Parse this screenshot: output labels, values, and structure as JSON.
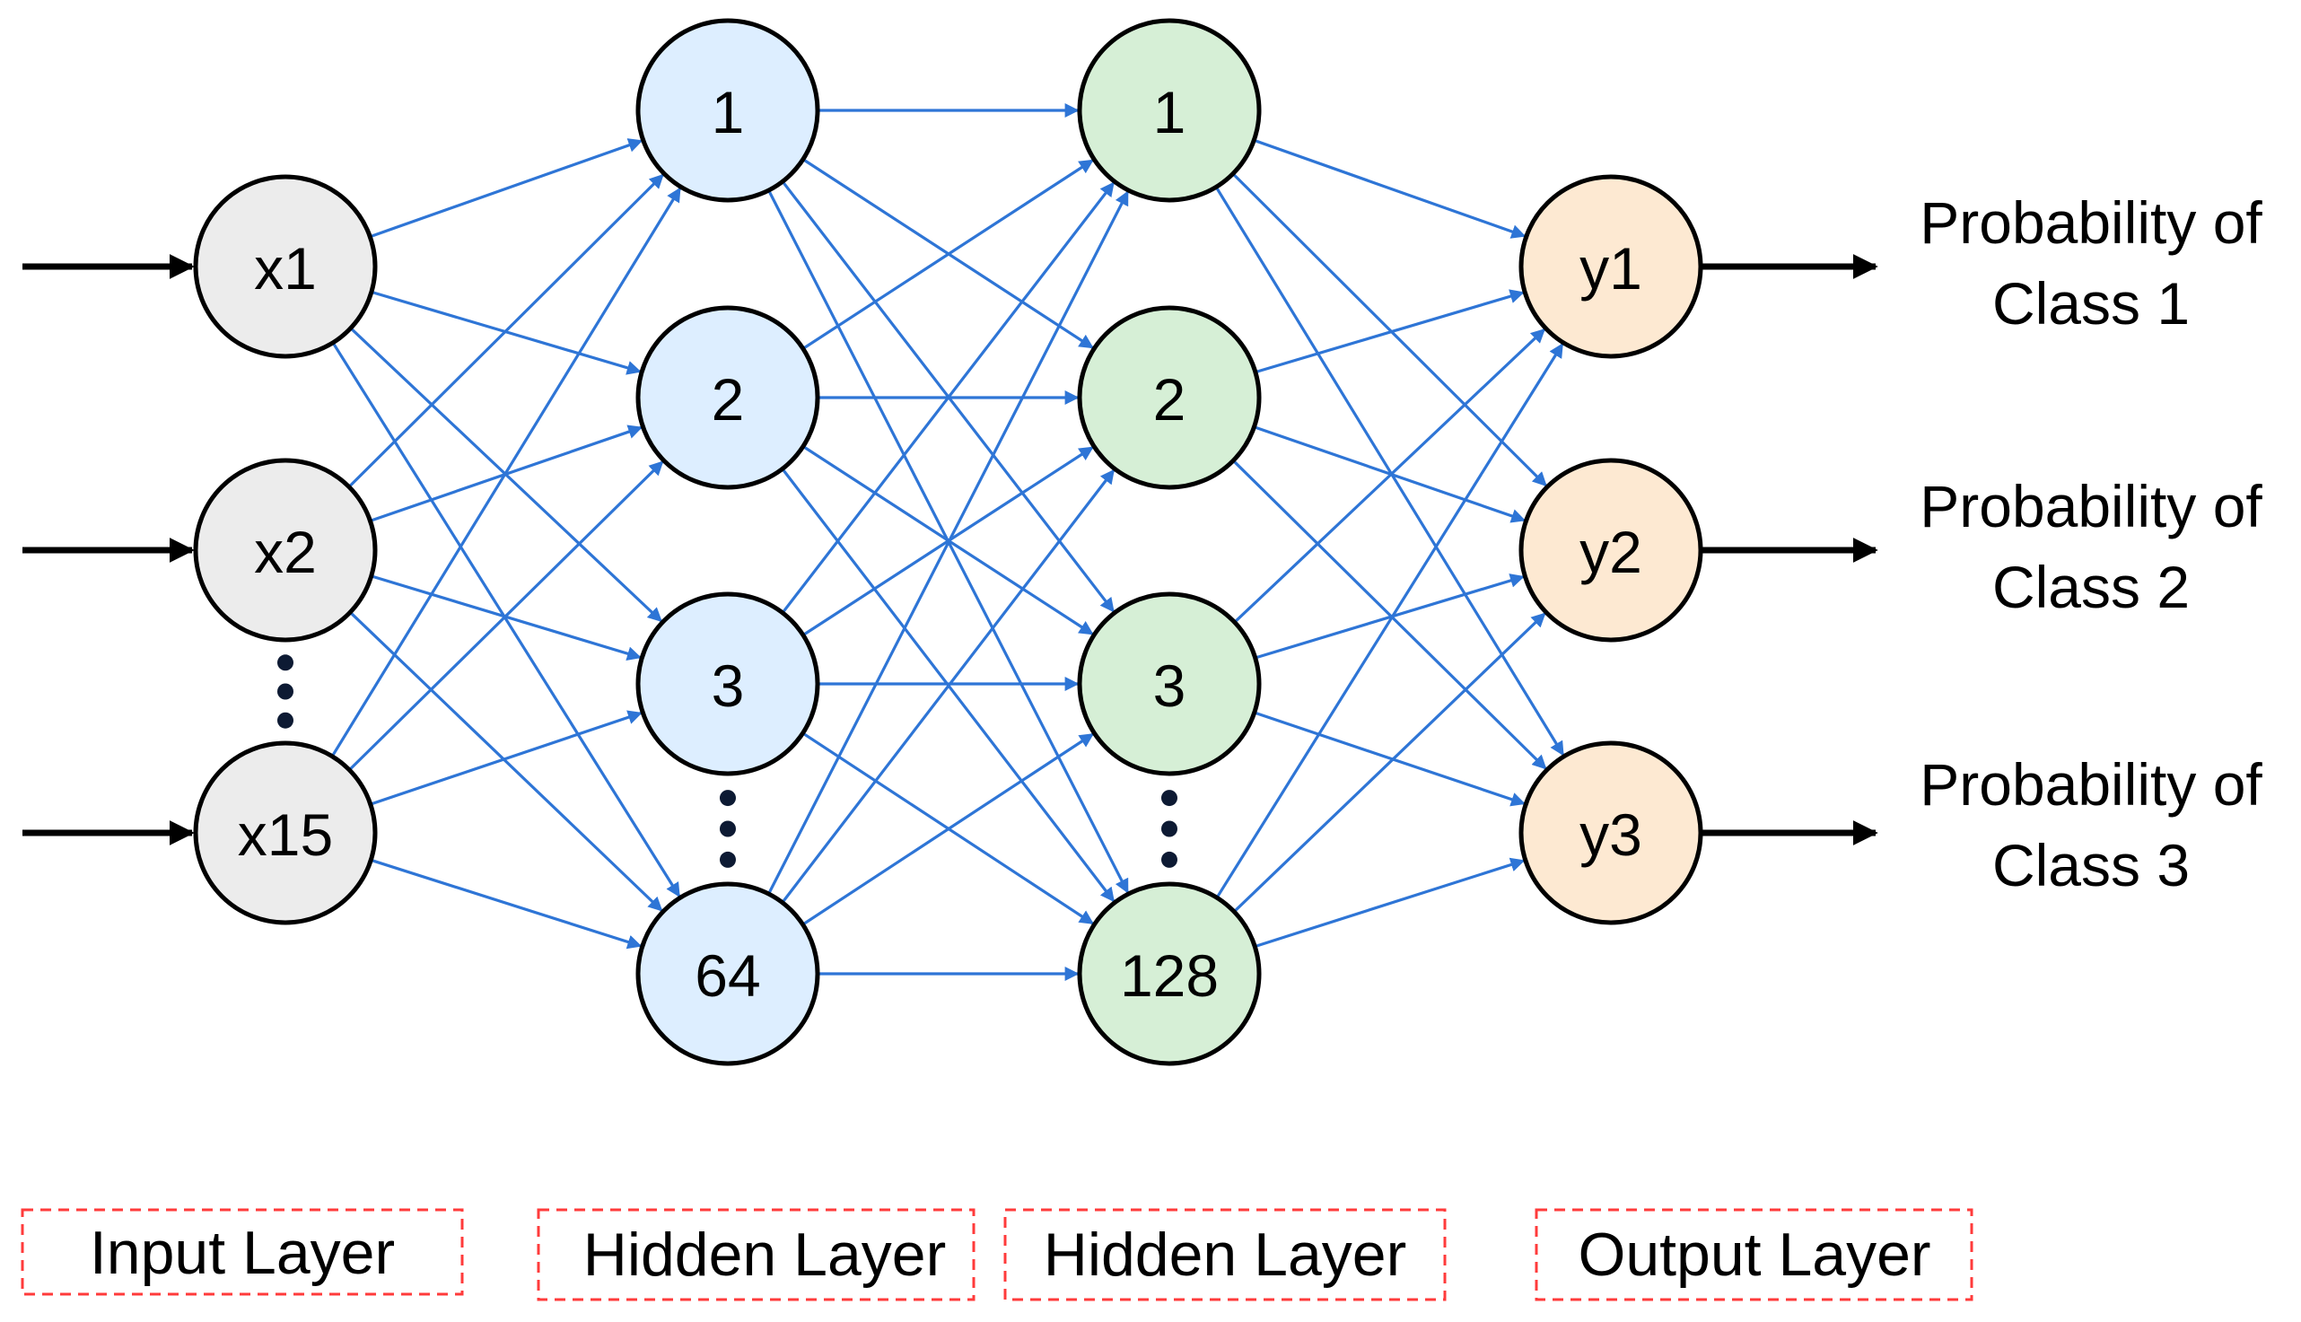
{
  "colors": {
    "edge": "#2e75d6",
    "arrow": "#000000",
    "node_stroke": "#000000",
    "input_fill": "#ececec",
    "hidden1_fill": "#ddeeff",
    "hidden2_fill": "#d6efd6",
    "output_fill": "#fde9d2",
    "label_box_border": "#ff3b3b"
  },
  "layers": [
    {
      "id": "input",
      "label": "Input Layer",
      "nodes": [
        "x1",
        "x2",
        "x15"
      ]
    },
    {
      "id": "hidden1",
      "label": "Hidden Layer",
      "nodes": [
        "1",
        "2",
        "3",
        "64"
      ]
    },
    {
      "id": "hidden2",
      "label": "Hidden Layer",
      "nodes": [
        "1",
        "2",
        "3",
        "128"
      ]
    },
    {
      "id": "output",
      "label": "Output Layer",
      "nodes": [
        "y1",
        "y2",
        "y3"
      ]
    }
  ],
  "outputs": [
    {
      "line1": "Probability of",
      "line2": "Class 1"
    },
    {
      "line1": "Probability of",
      "line2": "Class 2"
    },
    {
      "line1": "Probability of",
      "line2": "Class 3"
    }
  ]
}
